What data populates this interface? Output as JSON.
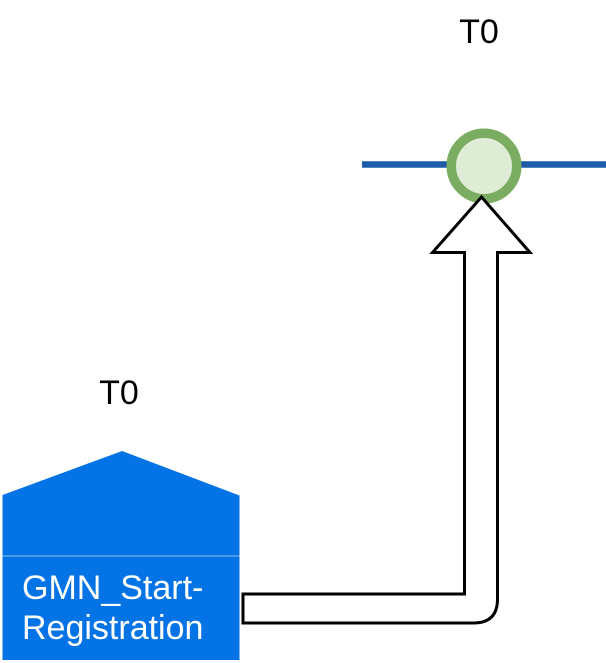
{
  "labels": {
    "timeline_timestamp": "T0",
    "transition_timestamp": "T0"
  },
  "transition": {
    "label_lines": [
      "GMN_Start-",
      "Registration"
    ]
  },
  "colors": {
    "transition_fill": "#0473E6",
    "transition_seam": "rgba(255,255,255,0.45)",
    "timeline_stroke": "#1C5CA8",
    "place_ring": "#7AAD62",
    "place_fill": "#DEEBD5",
    "arrow_fill": "#FFFFFF",
    "arrow_stroke": "#000000",
    "timestamp_text": "#000000",
    "transition_label_text": "#FFFFFF",
    "background": "#FFFFFF"
  }
}
